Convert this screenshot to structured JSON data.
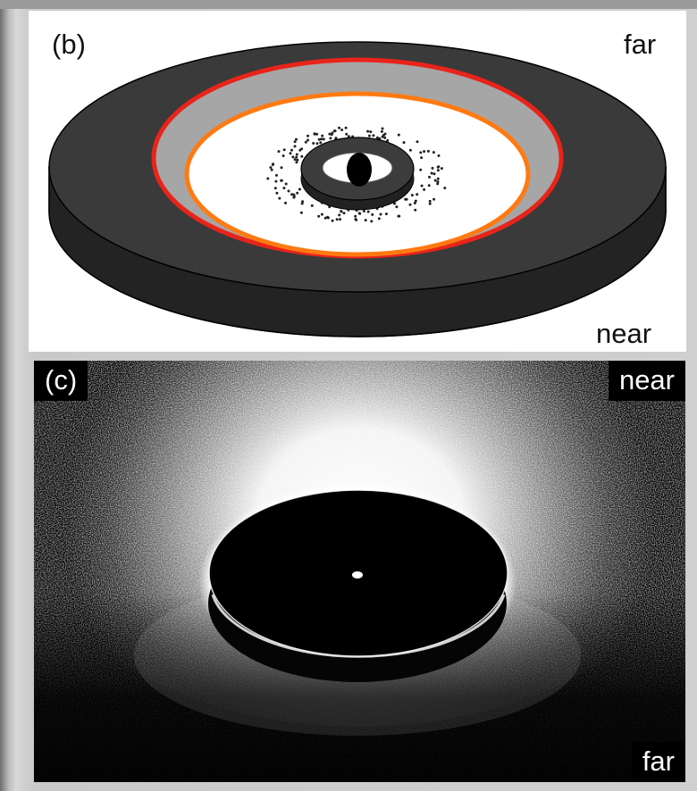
{
  "panel_b": {
    "label": "(b)",
    "top_label": "far",
    "bottom_label": "near",
    "colors": {
      "disk": "#3a3a3a",
      "disk_side": "#232323",
      "gap": "#a6a6a6",
      "inner": "#ffffff",
      "outer_ring": "#e8241a",
      "inner_ring": "#ff7a12"
    }
  },
  "panel_c": {
    "label": "(c)",
    "top_label": "near",
    "bottom_label": "far",
    "colors": {
      "background": "#000000",
      "scatter": "#ffffff"
    }
  }
}
